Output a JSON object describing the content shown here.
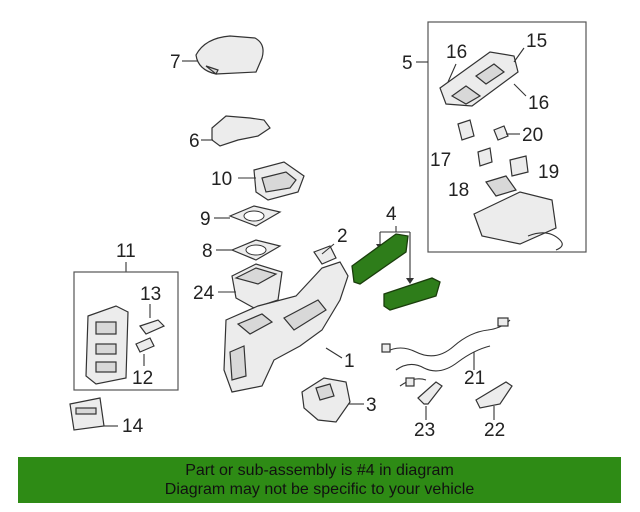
{
  "callouts": {
    "c1": "1",
    "c2": "2",
    "c3": "3",
    "c4": "4",
    "c5": "5",
    "c6": "6",
    "c7": "7",
    "c8": "8",
    "c9": "9",
    "c10": "10",
    "c11": "11",
    "c12": "12",
    "c13": "13",
    "c14": "14",
    "c15": "15",
    "c16a": "16",
    "c16b": "16",
    "c17": "17",
    "c18": "18",
    "c19": "19",
    "c20": "20",
    "c21": "21",
    "c22": "22",
    "c23": "23",
    "c24": "24"
  },
  "banner": {
    "line1": "Part or sub-assembly is #4 in diagram",
    "line2": "Diagram may not be specific to your vehicle"
  },
  "colors": {
    "highlight": "#2e7d1a",
    "banner_bg": "#2e8b15"
  }
}
